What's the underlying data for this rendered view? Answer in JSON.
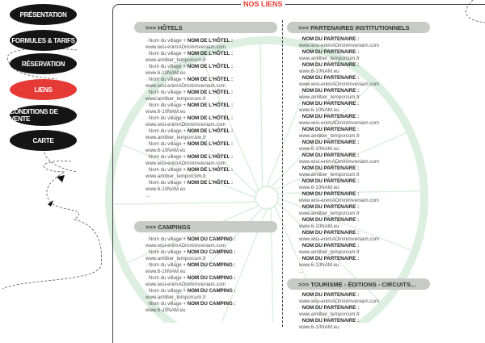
{
  "page_title": "NOS LIENS",
  "nav": [
    {
      "label": "Présentation",
      "active": false
    },
    {
      "label": "Formules & tarifs",
      "active": false
    },
    {
      "label": "Réservation",
      "active": false
    },
    {
      "label": "Liens",
      "active": true
    },
    {
      "label": "Conditions de vente",
      "active": false
    },
    {
      "label": "Carte",
      "active": false
    }
  ],
  "colors": {
    "accent": "#e63a36",
    "nav": "#151515",
    "section_bar": "#c8cbc5",
    "wheel": "#dcefe0"
  },
  "sections": {
    "hotels": {
      "title": ">>> HÔTELS",
      "prefix": "Nom du village + ",
      "name": "NOM DE L'HÔTEL",
      "urls": [
        "www.wisi-enimADminimveniam.com",
        "www.amliber_temporcum.fr",
        "www.6-10NAM.eu",
        "www.wisi-enimADminimveniam.com",
        "www.amliber_temporcum.fr",
        "www.6-10NAM.eu",
        "www.wisi-enimADminimveniam.com",
        "www.amliber_temporcum.fr",
        "www.6-10NAM.eu",
        "www.wisi-enimADminimveniam.com",
        "www.amliber_temporcum.fr",
        "www.6-10NAM.eu"
      ],
      "more": "..."
    },
    "campings": {
      "title": ">>> CAMPINGS",
      "prefix": "Nom du village + ",
      "name": "NOM DU CAMPING",
      "urls": [
        "www.wisi-enimADminimveniam.com",
        "www.amliber_temporcum.fr",
        "www.6-10NAM.eu",
        "www.wisi-enimADminimveniam.com",
        "www.amliber_temporcum.fr",
        "www.6-10NAM.eu"
      ]
    },
    "partenaires": {
      "title": ">>> PARTENAIRES INSTITUTIONNELS",
      "prefix": "",
      "name": "NOM DU PARTENAIRE",
      "urls": [
        "www.wisi-enimADminimveniam.com",
        "www.amliber_temporcum.fr",
        "www.6-10NAM.eu",
        "www.wisi-enimADminimveniam.com",
        "www.amliber_temporcum.fr",
        "www.6-10NAM.eu",
        "www.wisi-enimADminimveniam.com",
        "www.amliber_temporcum.fr",
        "www.6-10NAM.eu",
        "www.wisi-enimADminimveniam.com",
        "www.amliber_temporcum.fr",
        "www.6-10NAM.eu",
        "www.wisi-enimADminimveniam.com",
        "www.amliber_temporcum.fr",
        "www.6-10NAM.eu",
        "www.wisi-enimADminimveniam.com",
        "www.amliber_temporcum.fr",
        "www.6-10NAM.eu"
      ],
      "more": "..."
    },
    "tourisme": {
      "title": ">>> TOURISME - ÉDITIONS - CIRCUITS...",
      "prefix": "",
      "name": "NOM DU PARTENAIRE",
      "urls": [
        "www.wisi-enimADminimveniam.com",
        "www.amliber_temporcum.fr",
        "www.6-10NAM.eu"
      ]
    }
  }
}
